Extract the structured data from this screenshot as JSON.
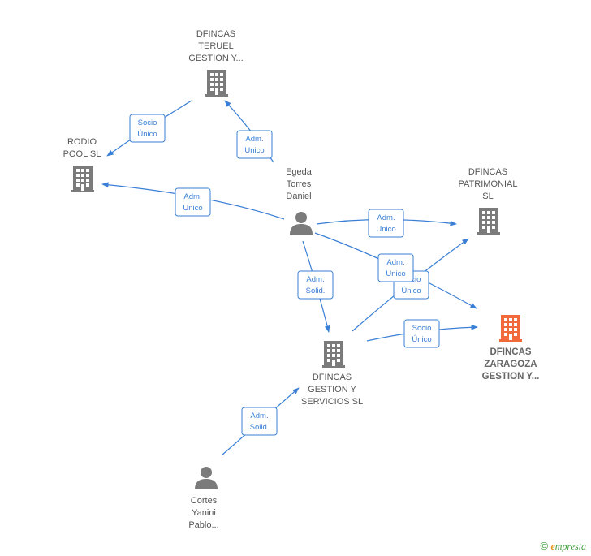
{
  "nodes": [
    {
      "id": "teruel",
      "type": "company",
      "lines": [
        "DFINCAS",
        "TERUEL",
        "GESTION Y..."
      ]
    },
    {
      "id": "rodio",
      "type": "company",
      "lines": [
        "RODIO",
        "POOL  SL"
      ]
    },
    {
      "id": "egeda",
      "type": "person",
      "lines": [
        "Egeda",
        "Torres",
        "Daniel"
      ]
    },
    {
      "id": "patrimonial",
      "type": "company",
      "lines": [
        "DFINCAS",
        "PATRIMONIAL",
        "SL"
      ]
    },
    {
      "id": "zaragoza",
      "type": "company",
      "focus": true,
      "lines": [
        "DFINCAS",
        "ZARAGOZA",
        "GESTION Y..."
      ]
    },
    {
      "id": "servicios",
      "type": "company",
      "lines": [
        "DFINCAS",
        "GESTION Y",
        "SERVICIOS  SL"
      ]
    },
    {
      "id": "cortes",
      "type": "person",
      "lines": [
        "Cortes",
        "Yanini",
        "Pablo..."
      ]
    }
  ],
  "edges": [
    {
      "id": "teruel-rodio",
      "label": [
        "Socio",
        "Único"
      ]
    },
    {
      "id": "egeda-teruel",
      "label": [
        "Adm.",
        "Unico"
      ]
    },
    {
      "id": "egeda-rodio",
      "label": [
        "Adm.",
        "Unico"
      ]
    },
    {
      "id": "egeda-patrimonial",
      "label": [
        "Adm.",
        "Unico"
      ]
    },
    {
      "id": "servicios-patrimonial",
      "label": [
        "Socio",
        "Único"
      ]
    },
    {
      "id": "egeda-zaragoza",
      "label": [
        "Adm.",
        "Unico"
      ]
    },
    {
      "id": "egeda-servicios",
      "label": [
        "Adm.",
        "Solid."
      ]
    },
    {
      "id": "servicios-zaragoza",
      "label": [
        "Socio",
        "Único"
      ]
    },
    {
      "id": "cortes-servicios",
      "label": [
        "Adm.",
        "Solid."
      ]
    }
  ],
  "colors": {
    "edge": "#3a7fd5",
    "company": "#7b7b7b",
    "person": "#7b7b7b",
    "focus": "#f26a3c"
  },
  "brand": {
    "copyright": "©",
    "initial": "e",
    "rest": "mpresia"
  }
}
